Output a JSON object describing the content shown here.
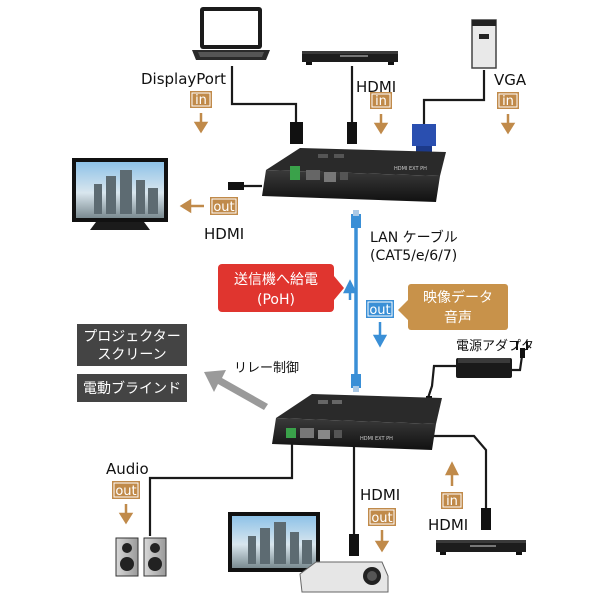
{
  "sources": {
    "displayport": "DisplayPort",
    "hdmi_top": "HDMI",
    "vga": "VGA",
    "in": "in"
  },
  "tx_output": {
    "out": "out",
    "hdmi": "HDMI"
  },
  "lan": {
    "label_line1": "LAN ケーブル",
    "label_line2": "(CAT5/e/6/7)",
    "out": "out"
  },
  "poh": {
    "line1": "送信機へ給電",
    "line2": "(PoH)"
  },
  "video_audio": {
    "line1": "映像データ",
    "line2": "音声"
  },
  "power_adapter": "電源アダプタ",
  "relay": {
    "label": "リレー制御",
    "box1_line1": "プロジェクター",
    "box1_line2": "スクリーン",
    "box2": "電動ブラインド"
  },
  "device_print": {
    "model": "HDMI EXT PH"
  },
  "receiver_outputs": {
    "audio": "Audio",
    "audio_out": "out",
    "hdmi_out_label": "HDMI",
    "hdmi_out": "out",
    "hdmi_in": "in",
    "hdmi_in_label": "HDMI"
  },
  "colors": {
    "orange": "#c08a4a",
    "red": "#e0352f",
    "blue": "#3a8fd6",
    "darkgray": "#444444",
    "arrowgray": "#9a9a9a",
    "tan": "#c8924a"
  }
}
